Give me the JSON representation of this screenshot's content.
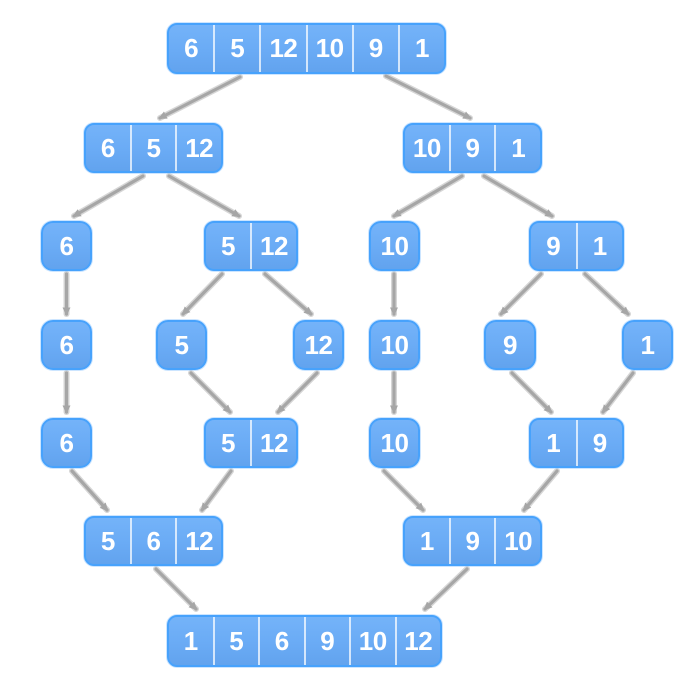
{
  "diagram": {
    "rows": [
      {
        "arrays": [
          [
            6,
            5,
            12,
            10,
            9,
            1
          ]
        ]
      },
      {
        "arrays": [
          [
            6,
            5,
            12
          ],
          [
            10,
            9,
            1
          ]
        ]
      },
      {
        "arrays": [
          [
            6
          ],
          [
            5,
            12
          ],
          [
            10
          ],
          [
            9,
            1
          ]
        ]
      },
      {
        "arrays": [
          [
            6
          ],
          [
            5
          ],
          [
            12
          ],
          [
            10
          ],
          [
            9
          ],
          [
            1
          ]
        ]
      },
      {
        "arrays": [
          [
            6
          ],
          [
            5,
            12
          ],
          [
            10
          ],
          [
            1,
            9
          ]
        ]
      },
      {
        "arrays": [
          [
            5,
            6,
            12
          ],
          [
            1,
            9,
            10
          ]
        ]
      },
      {
        "arrays": [
          [
            1,
            5,
            6,
            9,
            10,
            12
          ]
        ]
      }
    ],
    "colors": {
      "box_fill": "#6aabf5",
      "box_border": "#47a2fc",
      "cell_divider": "#ffffff",
      "number_text": "#ffffff",
      "arrow": "#a6a6a6",
      "background": "#ffffff"
    }
  }
}
